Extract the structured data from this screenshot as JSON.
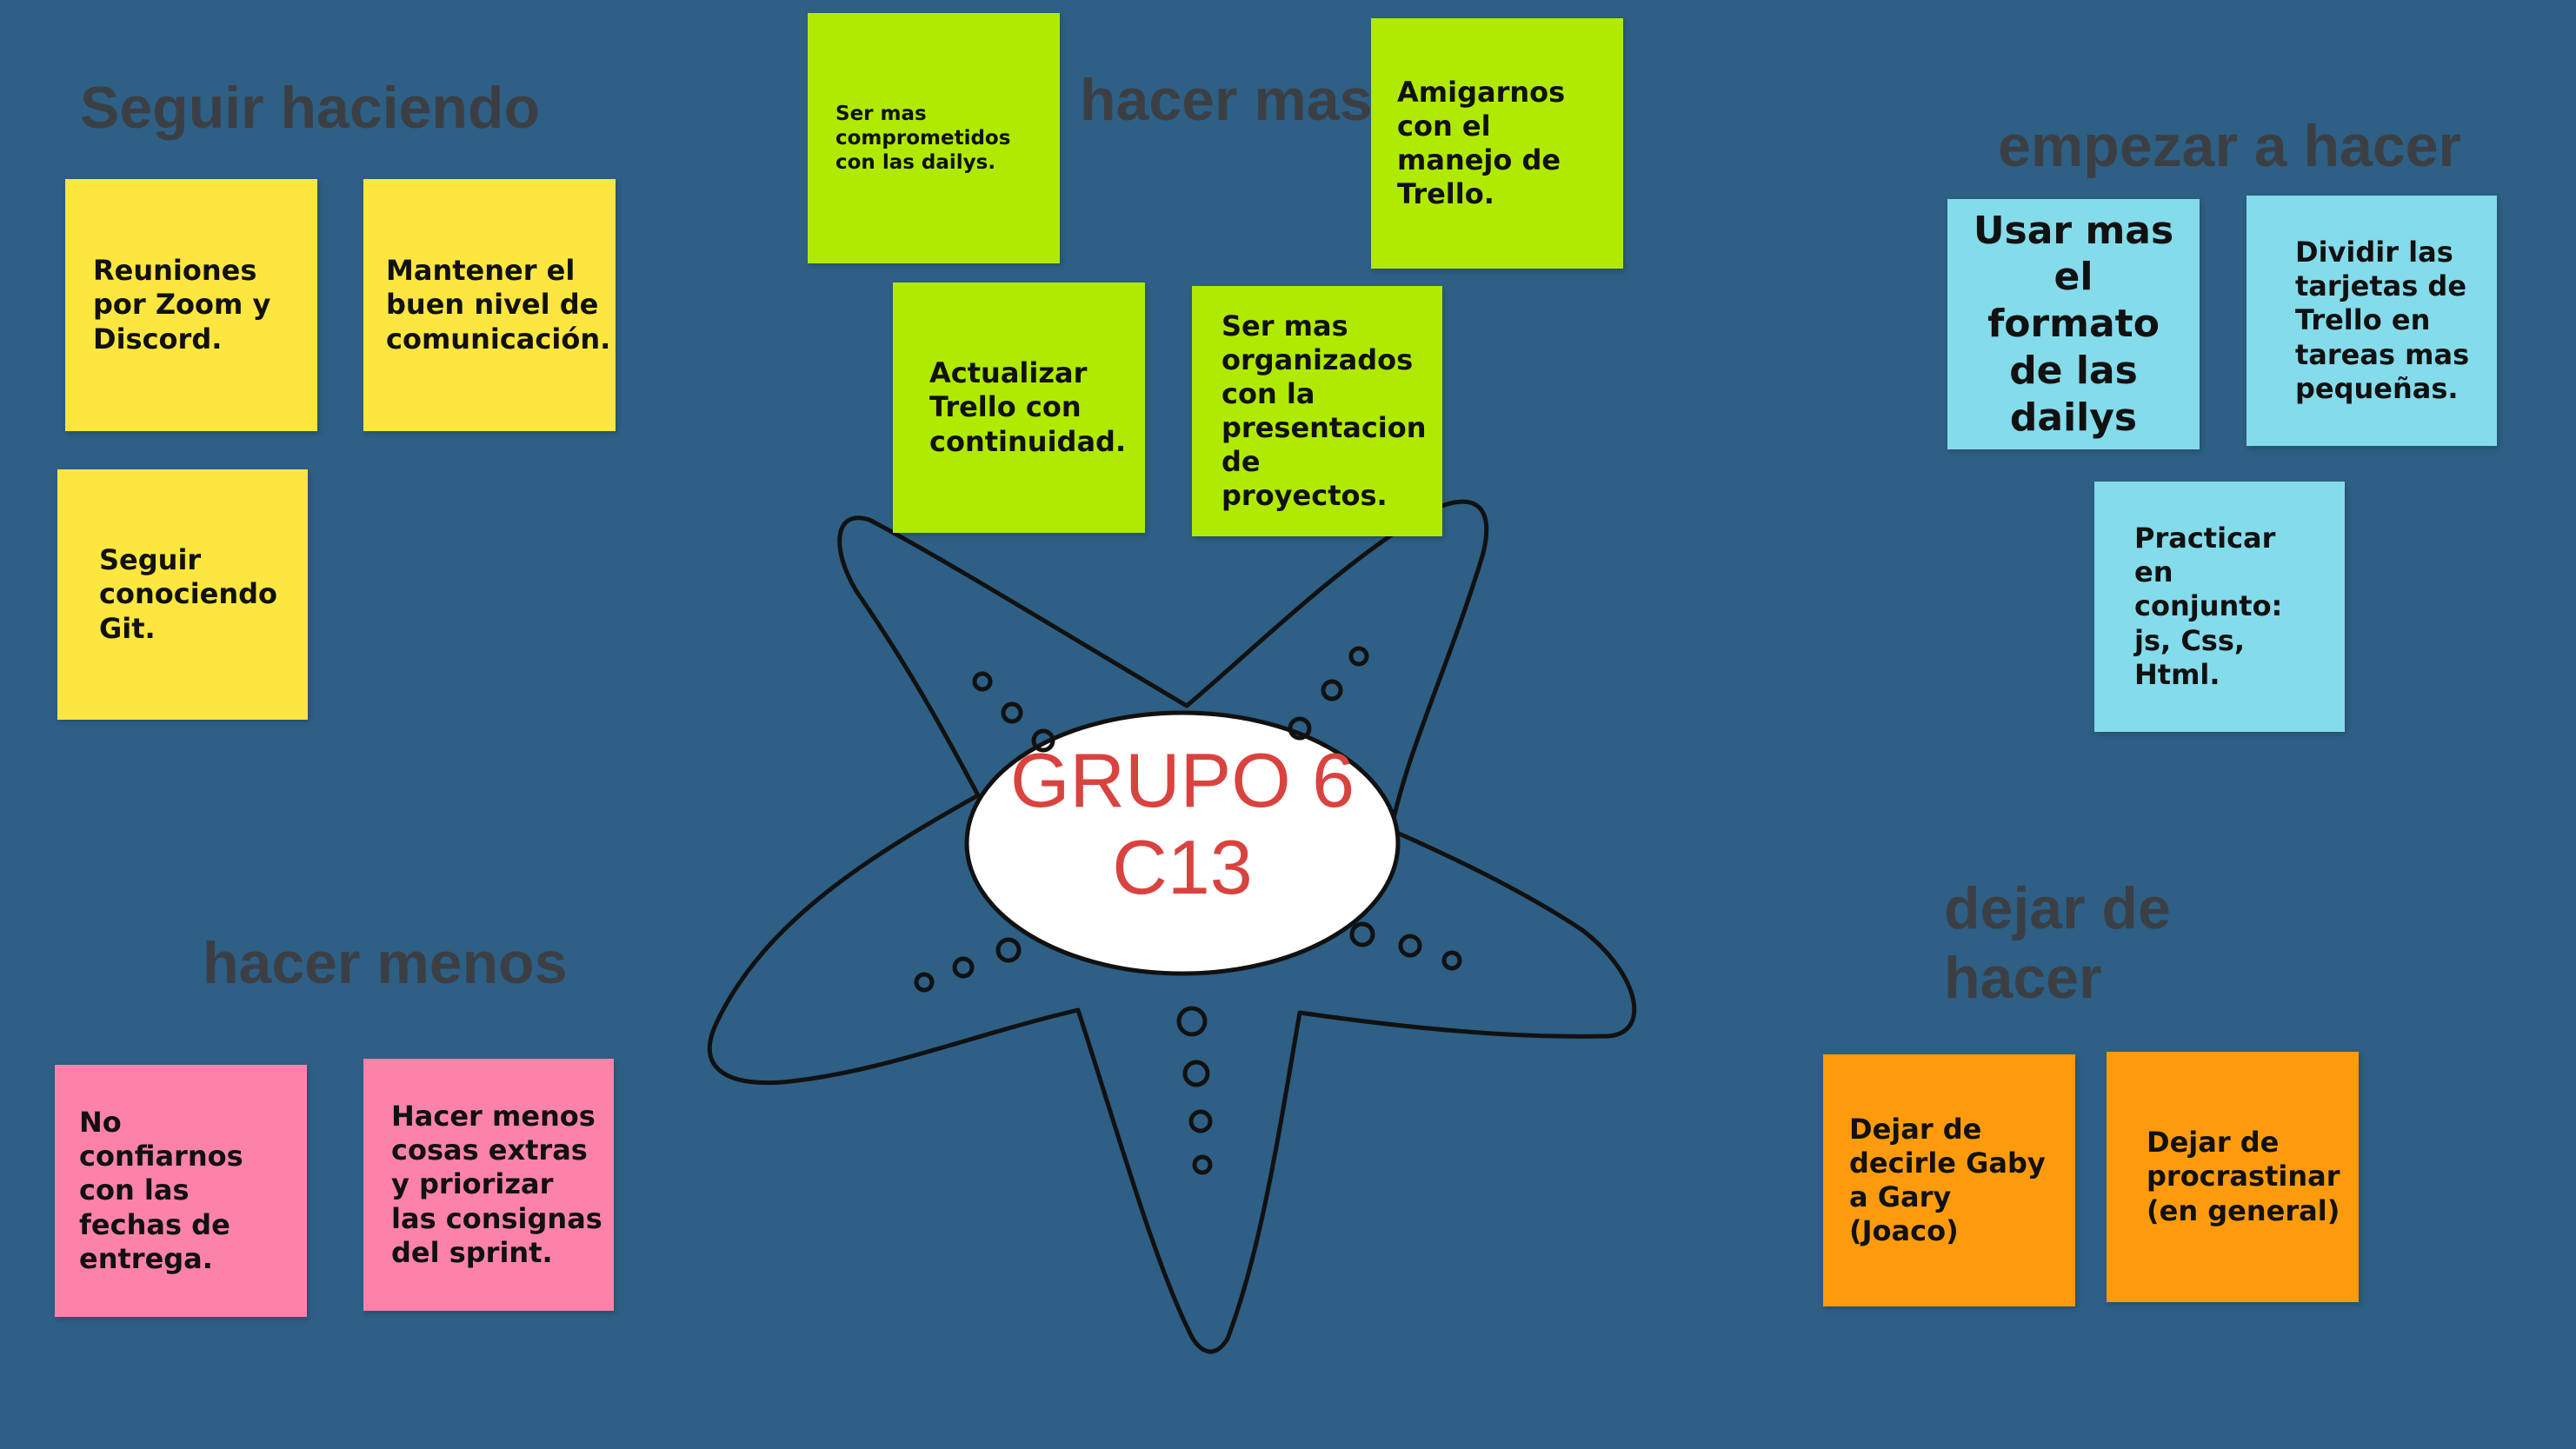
{
  "board": {
    "background": "#2e5f85",
    "center_title_line1": "GRUPO 6",
    "center_title_line2": "C13",
    "center_text_color": "#d9433f",
    "decoration_icon": "starfish-outline"
  },
  "sections": {
    "seguir": {
      "title": "Seguir haciendo",
      "color": "#fde63f",
      "notes": [
        "Reuniones por Zoom y Discord.",
        "Mantener el buen nivel de comunicación.",
        "Seguir conociendo Git."
      ]
    },
    "hacer_mas": {
      "title": "hacer mas",
      "color": "#b0ea02",
      "notes": [
        "Ser mas comprometidos con las dailys.",
        "Amigarnos con el manejo de Trello.",
        "Actualizar Trello con continuidad.",
        "Ser mas organizados con la presentacion de proyectos."
      ]
    },
    "empezar": {
      "title": "empezar a hacer",
      "color": "#84dbea",
      "notes": [
        "Usar mas el formato de las dailys",
        "Dividir las tarjetas de Trello en tareas mas pequeñas.",
        "Practicar en conjunto: js, Css, Html."
      ]
    },
    "hacer_menos": {
      "title": "hacer menos",
      "color": "#fd82aa",
      "notes": [
        "No confiarnos con las fechas de entrega.",
        "Hacer menos cosas extras y priorizar las consignas del sprint."
      ]
    },
    "dejar": {
      "title_line1": "dejar de",
      "title_line2": "hacer",
      "color": "#fd9b0d",
      "notes": [
        "Dejar de decirle Gaby a Gary (Joaco)",
        "Dejar de procrastinar (en general)"
      ]
    }
  }
}
